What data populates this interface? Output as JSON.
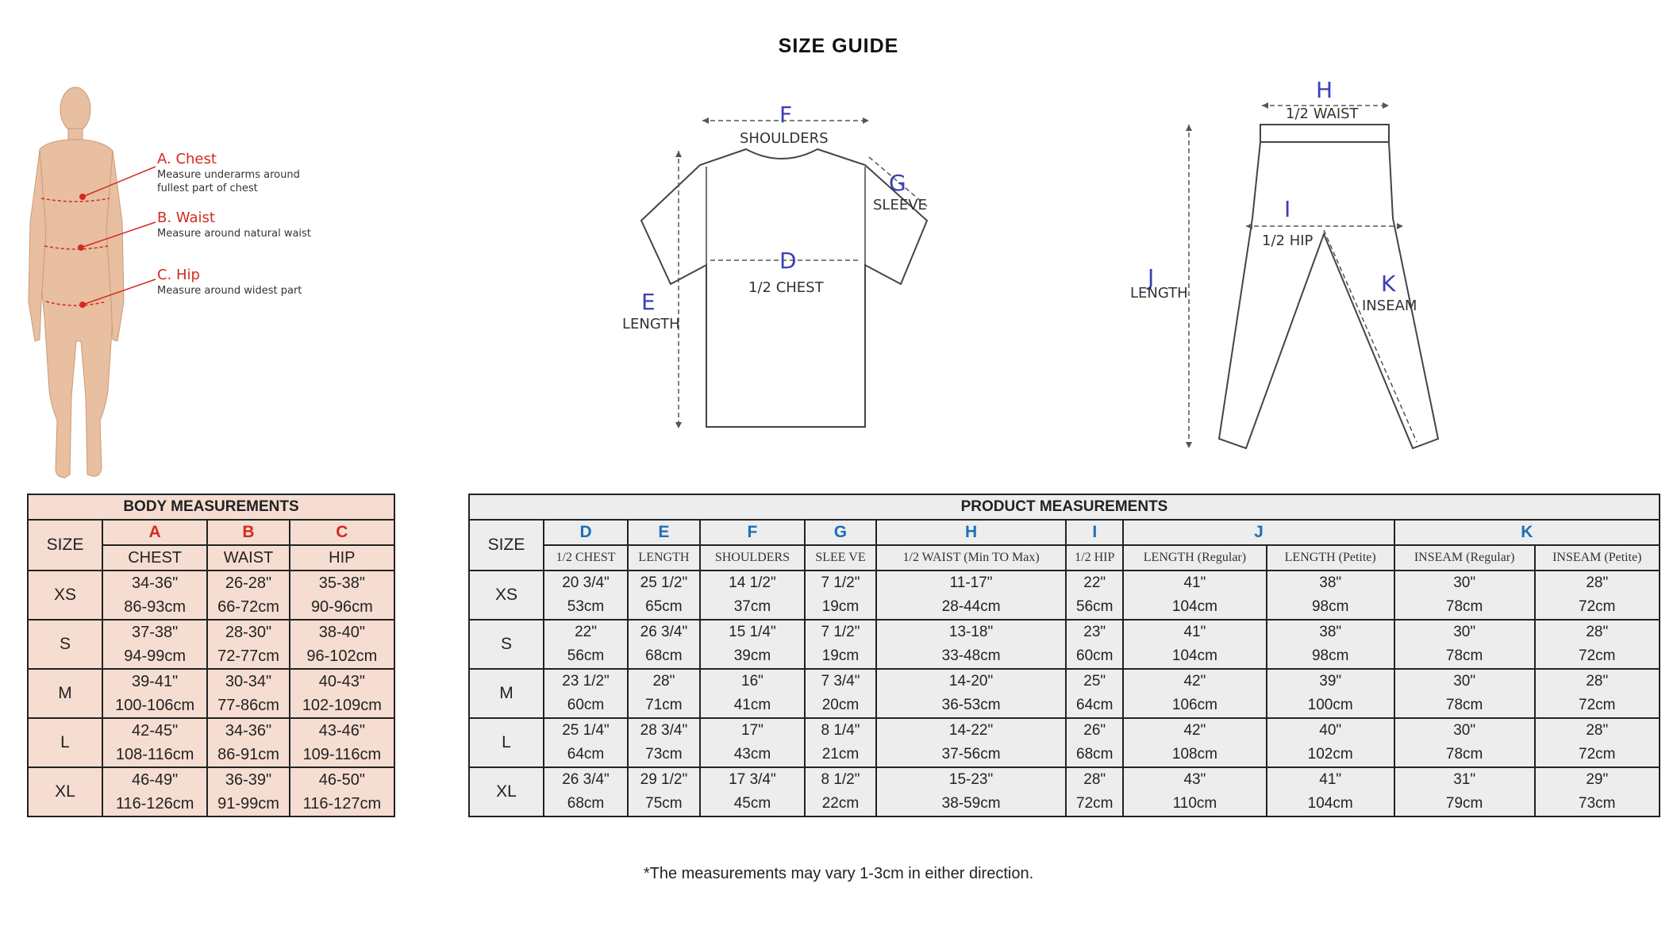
{
  "title": "SIZE GUIDE",
  "body_figure": {
    "chest_title": "A. Chest",
    "chest_desc_1": "Measure underarms around",
    "chest_desc_2": "fullest part of chest",
    "waist_title": "B. Waist",
    "waist_desc": "Measure around natural waist",
    "hip_title": "C. Hip",
    "hip_desc": "Measure around widest part"
  },
  "shirt_figure": {
    "f_letter": "F",
    "f_label": "SHOULDERS",
    "g_letter": "G",
    "g_label": "SLEEVE",
    "d_letter": "D",
    "d_label": "1/2 CHEST",
    "e_letter": "E",
    "e_label": "LENGTH"
  },
  "pants_figure": {
    "h_letter": "H",
    "h_label": "1/2 WAIST",
    "i_letter": "I",
    "i_label": "1/2 HIP",
    "j_letter": "J",
    "j_label": "LENGTH",
    "k_letter": "K",
    "k_label": "INSEAM"
  },
  "body_table": {
    "caption": "BODY MEASUREMENTS",
    "size_header": "SIZE",
    "columns": [
      {
        "letter": "A",
        "name": "CHEST"
      },
      {
        "letter": "B",
        "name": "WAIST"
      },
      {
        "letter": "C",
        "name": "HIP"
      }
    ],
    "rows": [
      {
        "size": "XS",
        "cells": [
          [
            "34-36\"",
            "86-93cm"
          ],
          [
            "26-28\"",
            "66-72cm"
          ],
          [
            "35-38\"",
            "90-96cm"
          ]
        ]
      },
      {
        "size": "S",
        "cells": [
          [
            "37-38\"",
            "94-99cm"
          ],
          [
            "28-30\"",
            "72-77cm"
          ],
          [
            "38-40\"",
            "96-102cm"
          ]
        ]
      },
      {
        "size": "M",
        "cells": [
          [
            "39-41\"",
            "100-106cm"
          ],
          [
            "30-34\"",
            "77-86cm"
          ],
          [
            "40-43\"",
            "102-109cm"
          ]
        ]
      },
      {
        "size": "L",
        "cells": [
          [
            "42-45\"",
            "108-116cm"
          ],
          [
            "34-36\"",
            "86-91cm"
          ],
          [
            "43-46\"",
            "109-116cm"
          ]
        ]
      },
      {
        "size": "XL",
        "cells": [
          [
            "46-49\"",
            "116-126cm"
          ],
          [
            "36-39\"",
            "91-99cm"
          ],
          [
            "46-50\"",
            "116-127cm"
          ]
        ]
      }
    ]
  },
  "product_table": {
    "caption": "PRODUCT MEASUREMENTS",
    "size_header": "SIZE",
    "groups": [
      {
        "letter": "D",
        "span": 1
      },
      {
        "letter": "E",
        "span": 1
      },
      {
        "letter": "F",
        "span": 1
      },
      {
        "letter": "G",
        "span": 1
      },
      {
        "letter": "H",
        "span": 1
      },
      {
        "letter": "I",
        "span": 1
      },
      {
        "letter": "J",
        "span": 2
      },
      {
        "letter": "K",
        "span": 2
      }
    ],
    "subheaders": [
      "1/2 CHEST",
      "LENGTH",
      "SHOULDERS",
      "SLEE VE",
      "1/2 WAIST (Min TO Max)",
      "1/2 HIP",
      "LENGTH (Regular)",
      "LENGTH (Petite)",
      "INSEAM (Regular)",
      "INSEAM (Petite)"
    ],
    "rows": [
      {
        "size": "XS",
        "cells": [
          [
            "20 3/4\"",
            "53cm"
          ],
          [
            "25 1/2\"",
            "65cm"
          ],
          [
            "14 1/2\"",
            "37cm"
          ],
          [
            "7 1/2\"",
            "19cm"
          ],
          [
            "11-17\"",
            "28-44cm"
          ],
          [
            "22\"",
            "56cm"
          ],
          [
            "41\"",
            "104cm"
          ],
          [
            "38\"",
            "98cm"
          ],
          [
            "30\"",
            "78cm"
          ],
          [
            "28\"",
            "72cm"
          ]
        ]
      },
      {
        "size": "S",
        "cells": [
          [
            "22\"",
            "56cm"
          ],
          [
            "26 3/4\"",
            "68cm"
          ],
          [
            "15 1/4\"",
            "39cm"
          ],
          [
            "7 1/2\"",
            "19cm"
          ],
          [
            "13-18\"",
            "33-48cm"
          ],
          [
            "23\"",
            "60cm"
          ],
          [
            "41\"",
            "104cm"
          ],
          [
            "38\"",
            "98cm"
          ],
          [
            "30\"",
            "78cm"
          ],
          [
            "28\"",
            "72cm"
          ]
        ]
      },
      {
        "size": "M",
        "cells": [
          [
            "23 1/2\"",
            "60cm"
          ],
          [
            "28\"",
            "71cm"
          ],
          [
            "16\"",
            "41cm"
          ],
          [
            "7 3/4\"",
            "20cm"
          ],
          [
            "14-20\"",
            "36-53cm"
          ],
          [
            "25\"",
            "64cm"
          ],
          [
            "42\"",
            "106cm"
          ],
          [
            "39\"",
            "100cm"
          ],
          [
            "30\"",
            "78cm"
          ],
          [
            "28\"",
            "72cm"
          ]
        ]
      },
      {
        "size": "L",
        "cells": [
          [
            "25 1/4\"",
            "64cm"
          ],
          [
            "28 3/4\"",
            "73cm"
          ],
          [
            "17\"",
            "43cm"
          ],
          [
            "8 1/4\"",
            "21cm"
          ],
          [
            "14-22\"",
            "37-56cm"
          ],
          [
            "26\"",
            "68cm"
          ],
          [
            "42\"",
            "108cm"
          ],
          [
            "40\"",
            "102cm"
          ],
          [
            "30\"",
            "78cm"
          ],
          [
            "28\"",
            "72cm"
          ]
        ]
      },
      {
        "size": "XL",
        "cells": [
          [
            "26 3/4\"",
            "68cm"
          ],
          [
            "29 1/2\"",
            "75cm"
          ],
          [
            "17 3/4\"",
            "45cm"
          ],
          [
            "8 1/2\"",
            "22cm"
          ],
          [
            "15-23\"",
            "38-59cm"
          ],
          [
            "28\"",
            "72cm"
          ],
          [
            "43\"",
            "110cm"
          ],
          [
            "41\"",
            "104cm"
          ],
          [
            "31\"",
            "79cm"
          ],
          [
            "29\"",
            "73cm"
          ]
        ]
      }
    ]
  },
  "footnote": "*The measurements may vary 1-3cm in either direction."
}
